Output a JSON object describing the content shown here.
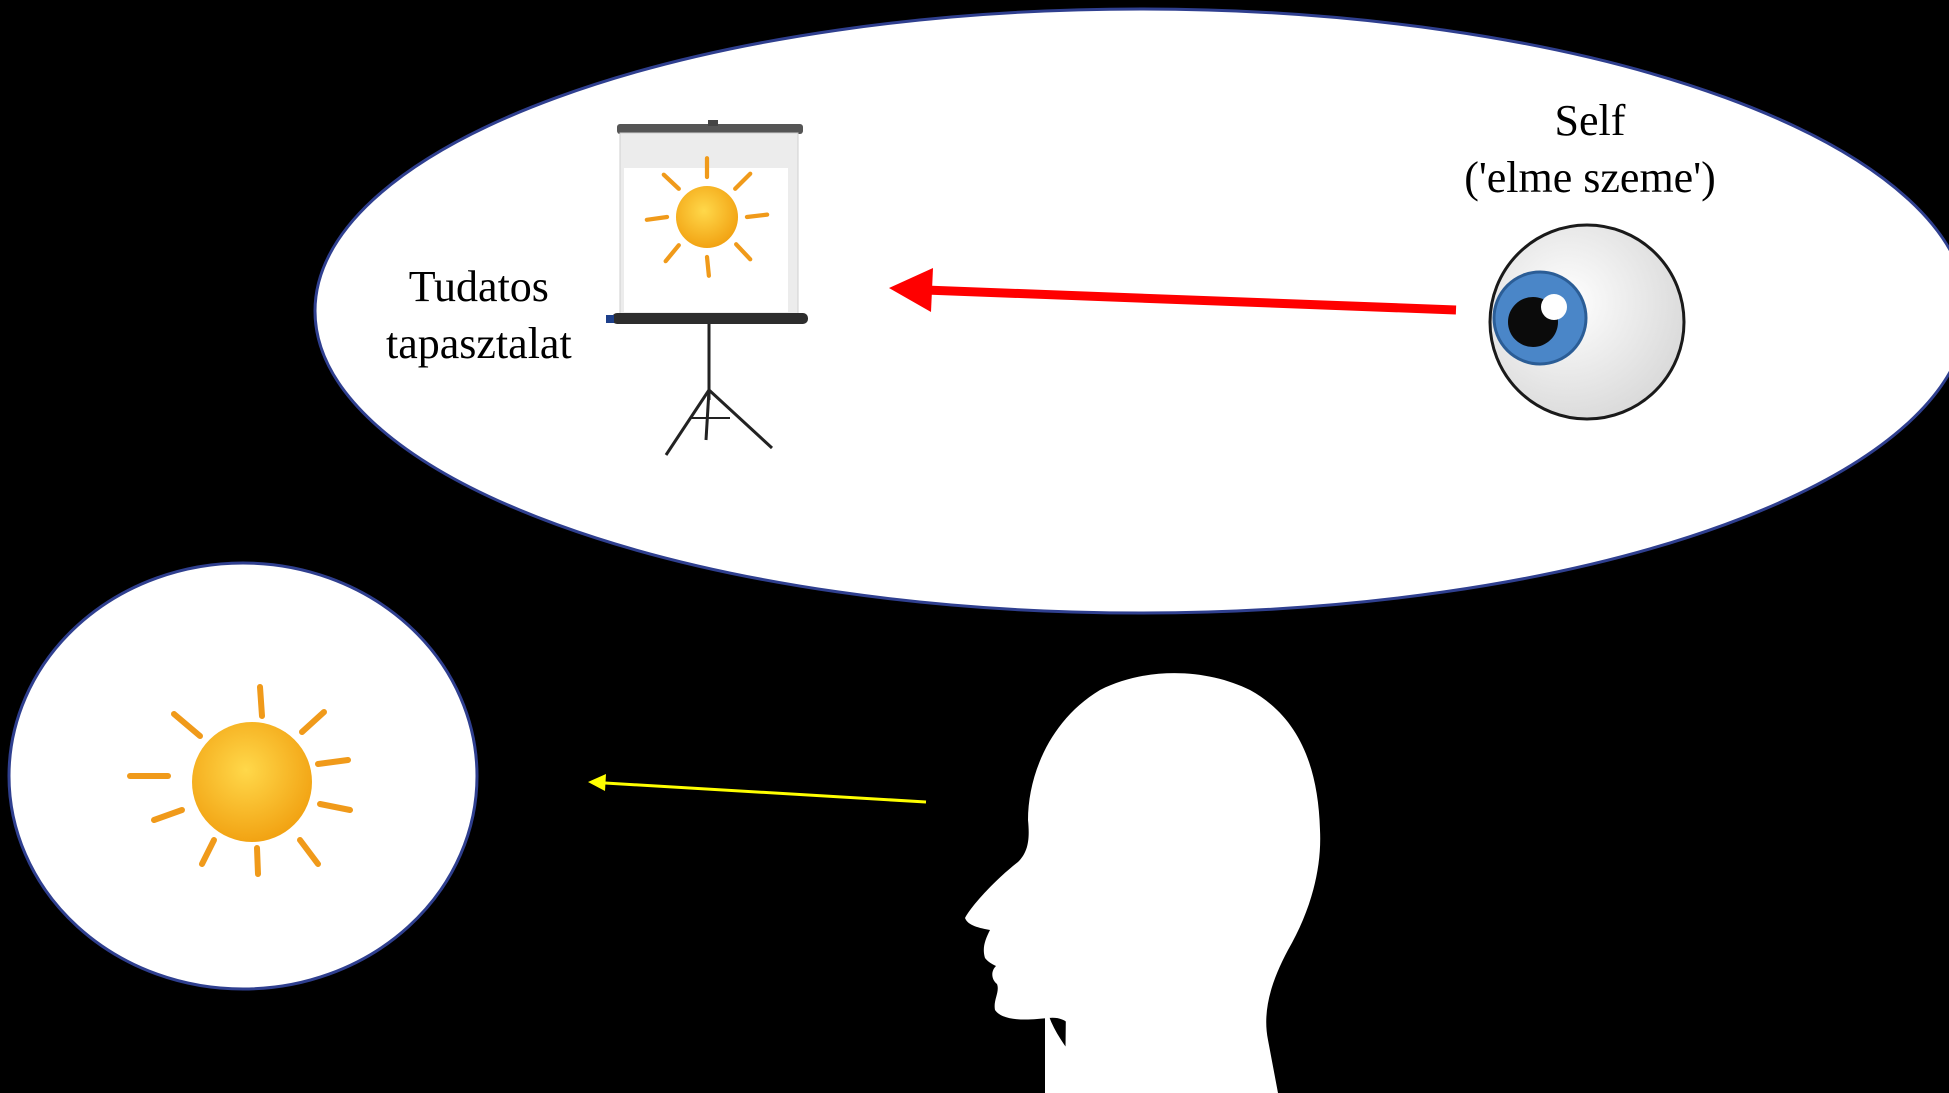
{
  "labels": {
    "experience": [
      "Tudatos",
      "tapasztalat"
    ],
    "self": [
      "Self",
      "('elme szeme')"
    ]
  },
  "colors": {
    "background": "#000000",
    "bubble_fill": "#ffffff",
    "bubble_stroke": "#2f3f8f",
    "gaze_arrow": "#ff0000",
    "perception_arrow": "#ffff00",
    "sun": "#f5b21c",
    "sun_rays": "#f09a1a",
    "iris": "#4a86c8",
    "head_silhouette": "#ffffff"
  },
  "icons": {
    "screen": "projector-screen-icon",
    "eye": "eye-icon",
    "sun": "sun-icon",
    "head": "head-silhouette-icon"
  }
}
